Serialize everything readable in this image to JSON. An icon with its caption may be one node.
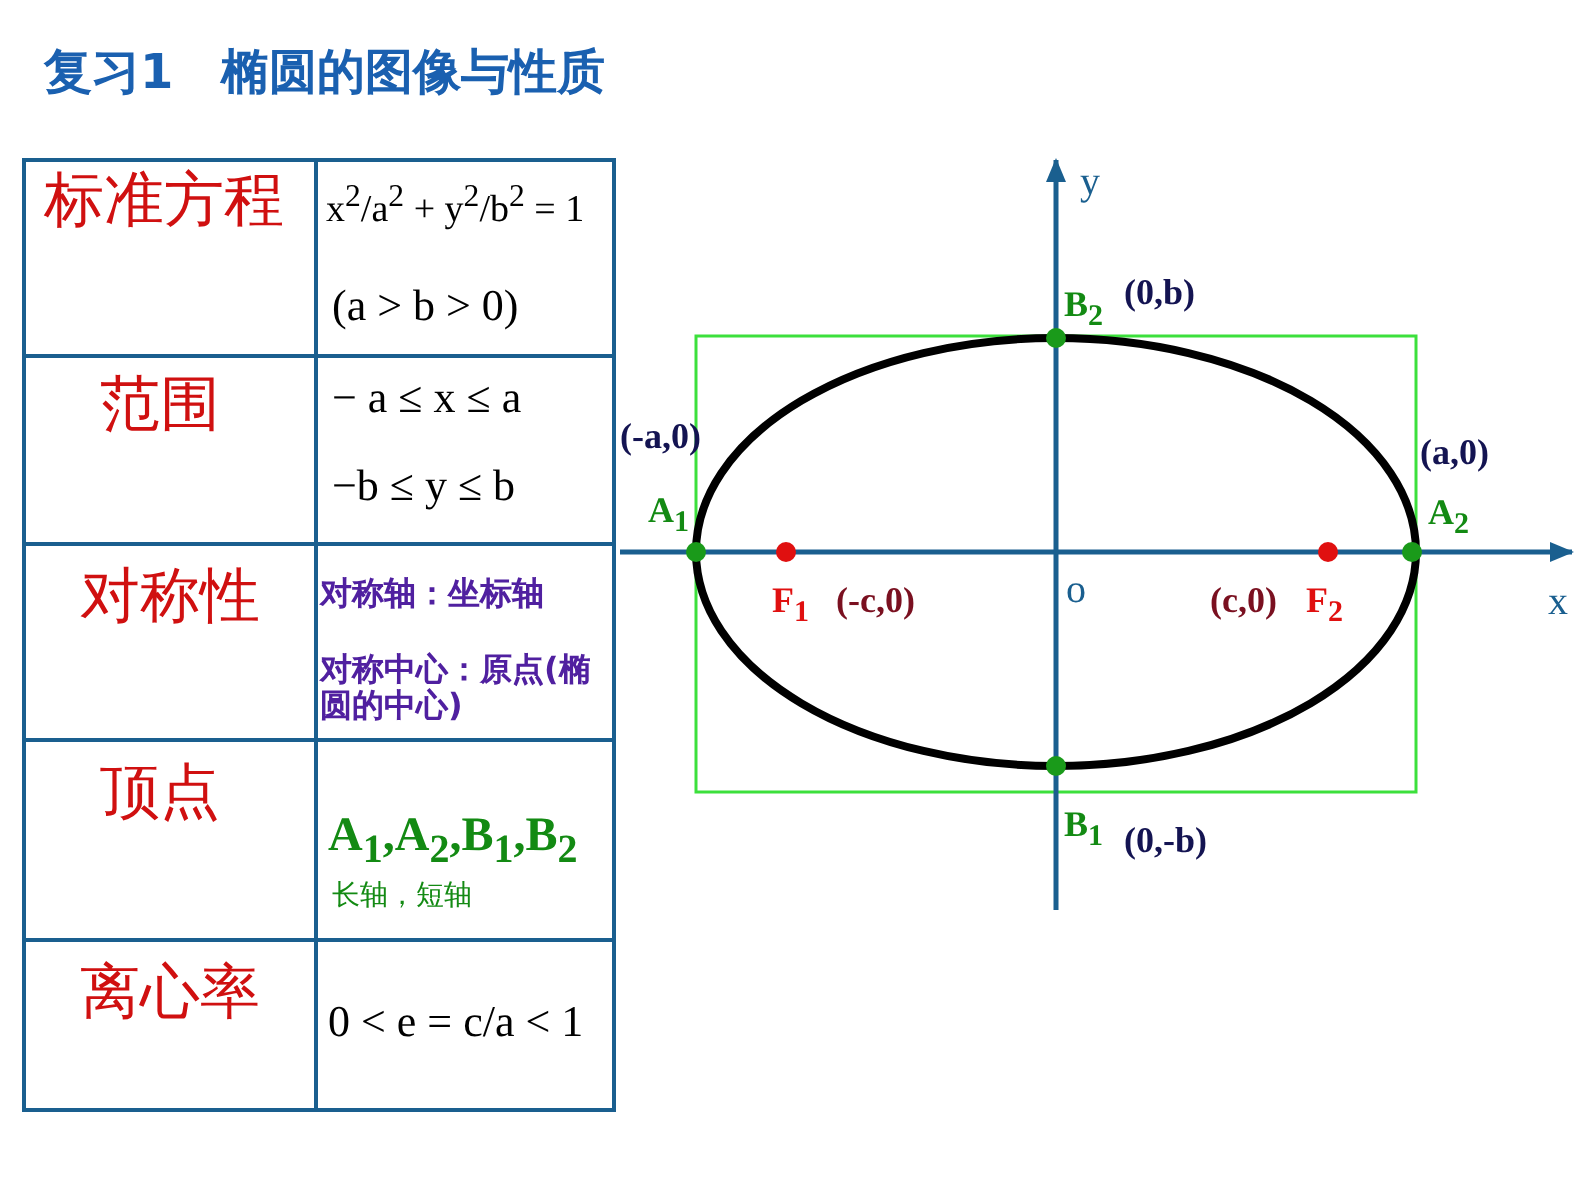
{
  "diagram": {
    "title": "复习1　椭圆的图像与性质",
    "labels": [
      "标准方程",
      "x$^{2}$/a$^{2}$ + y$^{2}$/b$^{2}$ = 1",
      "(a > b > 0)",
      "范围",
      "− a ≤ x ≤ a",
      "−b ≤ y ≤ b",
      "对称性",
      "对称轴：坐标轴",
      "对称中心：原点(椭圆的中心)",
      "顶点",
      "A$_{1}$,A$_{2}$,B$_{1}$,B$_{2}$",
      "长轴，短轴",
      "离心率",
      "0 < e = c/a < 1",
      "y",
      "B$_{2}$",
      "(0,b)",
      "(-a,0)",
      "(a,0)",
      "A$_{1}$",
      "A$_{2}$",
      "F$_{1}$",
      "(-c,0)",
      "o",
      "(c,0)",
      "F$_{2}$",
      "x",
      "B$_{1}$",
      "(0,-b)"
    ]
  }
}
